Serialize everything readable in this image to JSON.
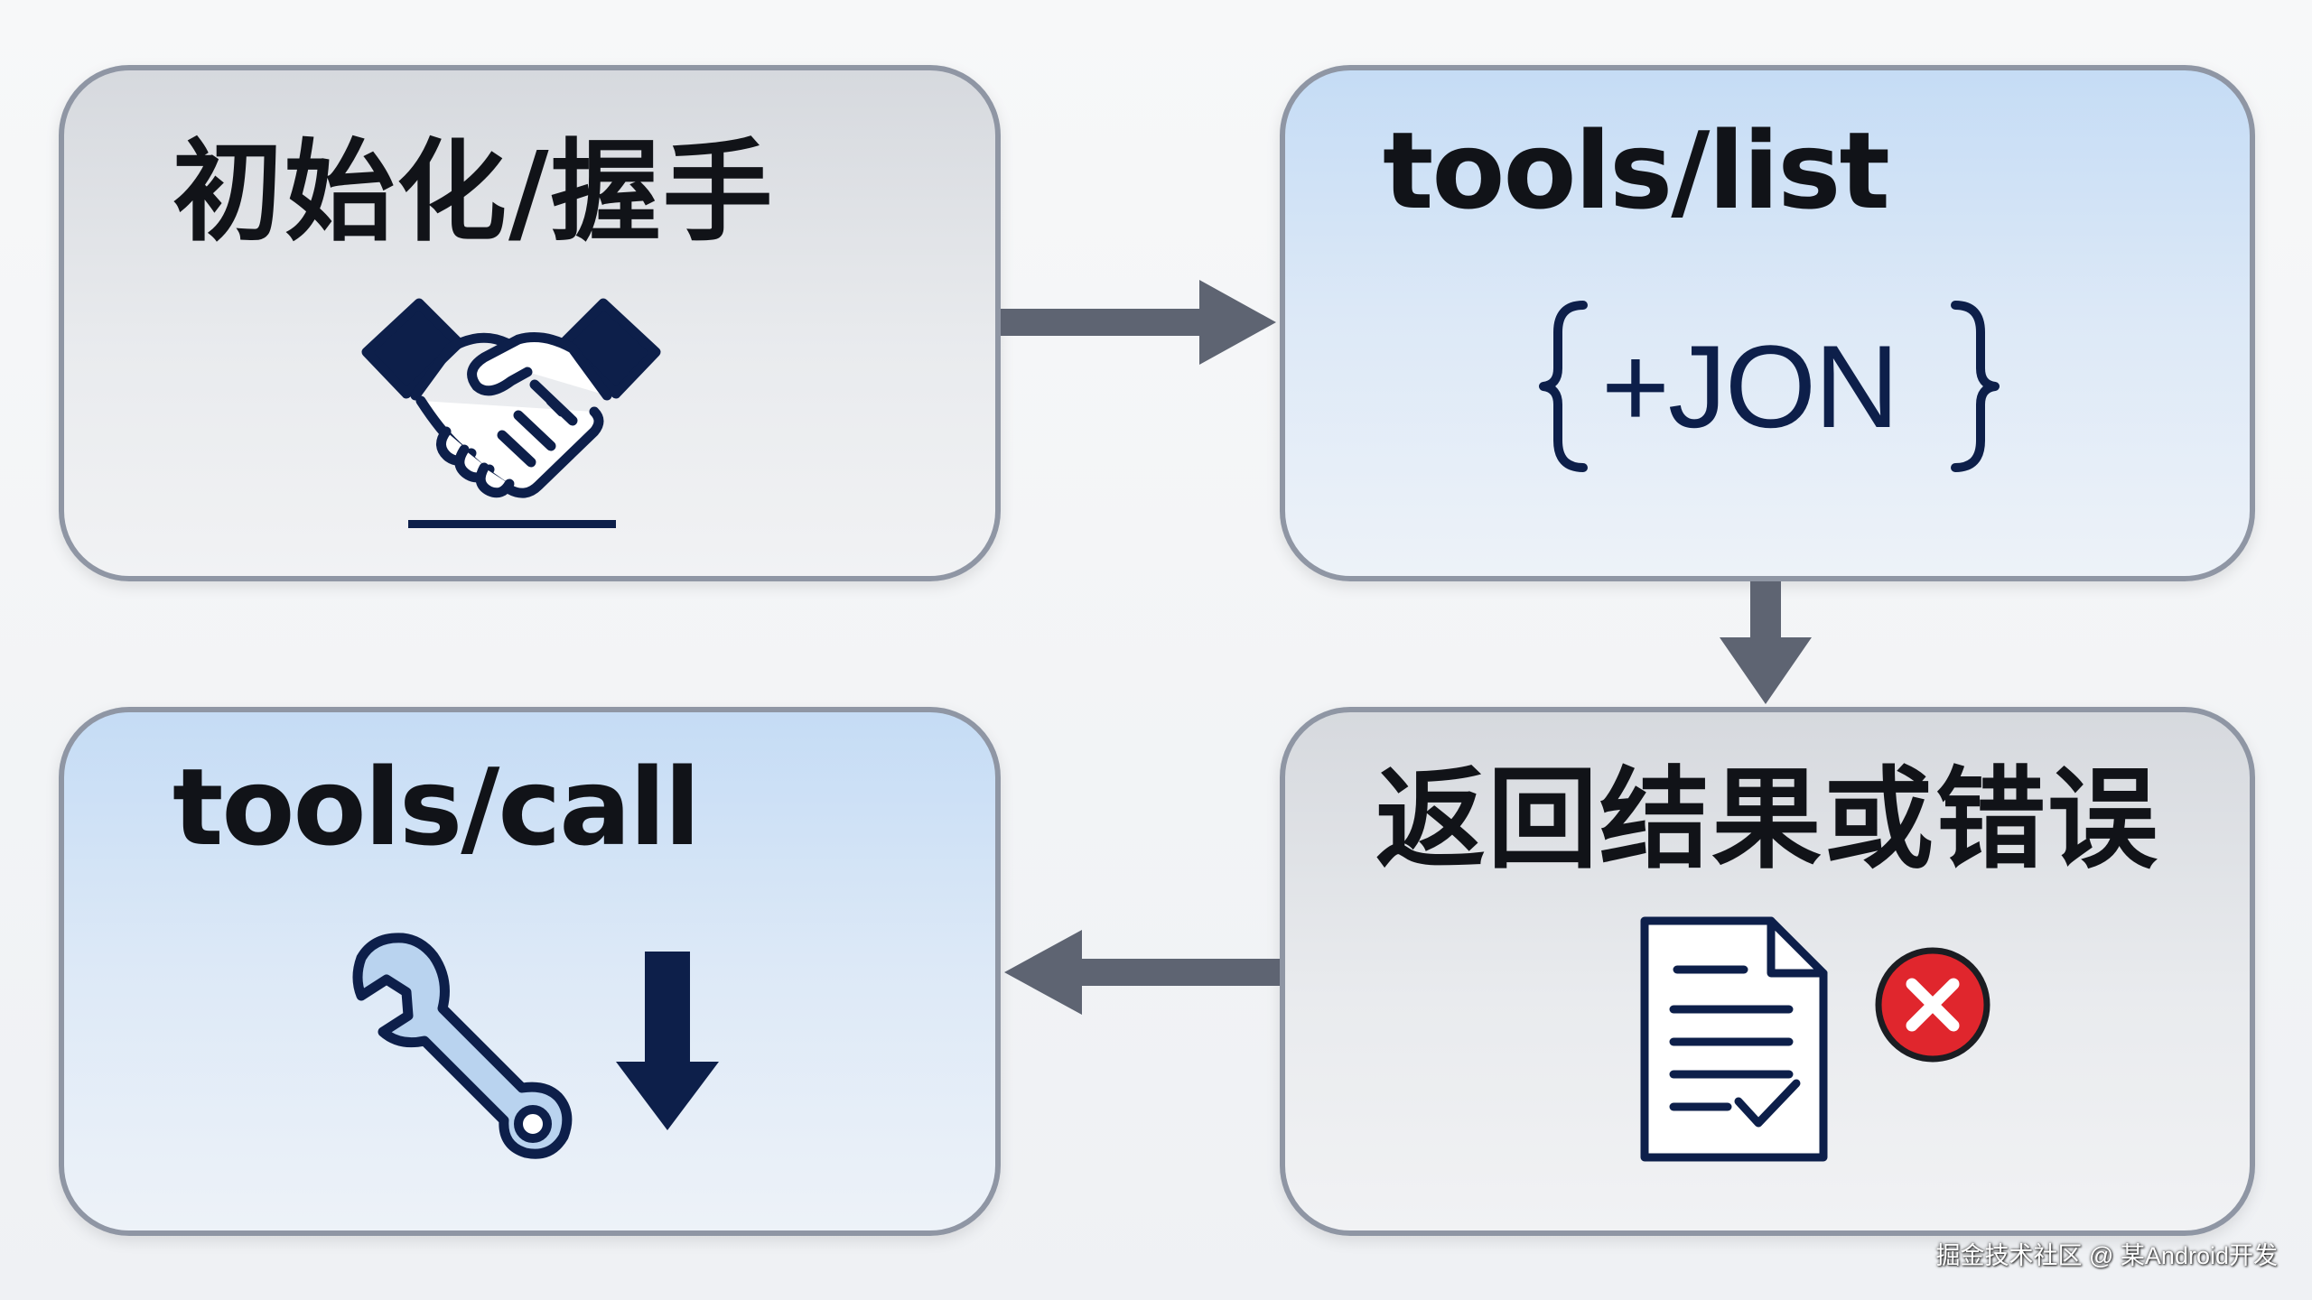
{
  "steps": {
    "init": {
      "title": "初始化/握手",
      "icon": "handshake-icon"
    },
    "list": {
      "title": "tools/list",
      "icon": "json-braces-icon",
      "icon_text": "+JON"
    },
    "call": {
      "title": "tools/call",
      "icons": [
        "wrench-icon",
        "down-arrow-icon"
      ]
    },
    "result": {
      "title": "返回结果或错误",
      "icons": [
        "document-check-icon",
        "error-x-icon"
      ]
    }
  },
  "watermark": "掘金技术社区 @ 某Android开发",
  "colors": {
    "card_border": "#8f96a4",
    "gray_card": "#e3e5e9",
    "blue_card": "#d3e4f6",
    "icon_navy": "#0d1f4a",
    "wrench_fill": "#b9d3ef",
    "flow_arrow": "#5e6472",
    "error_red": "#e0262d"
  }
}
